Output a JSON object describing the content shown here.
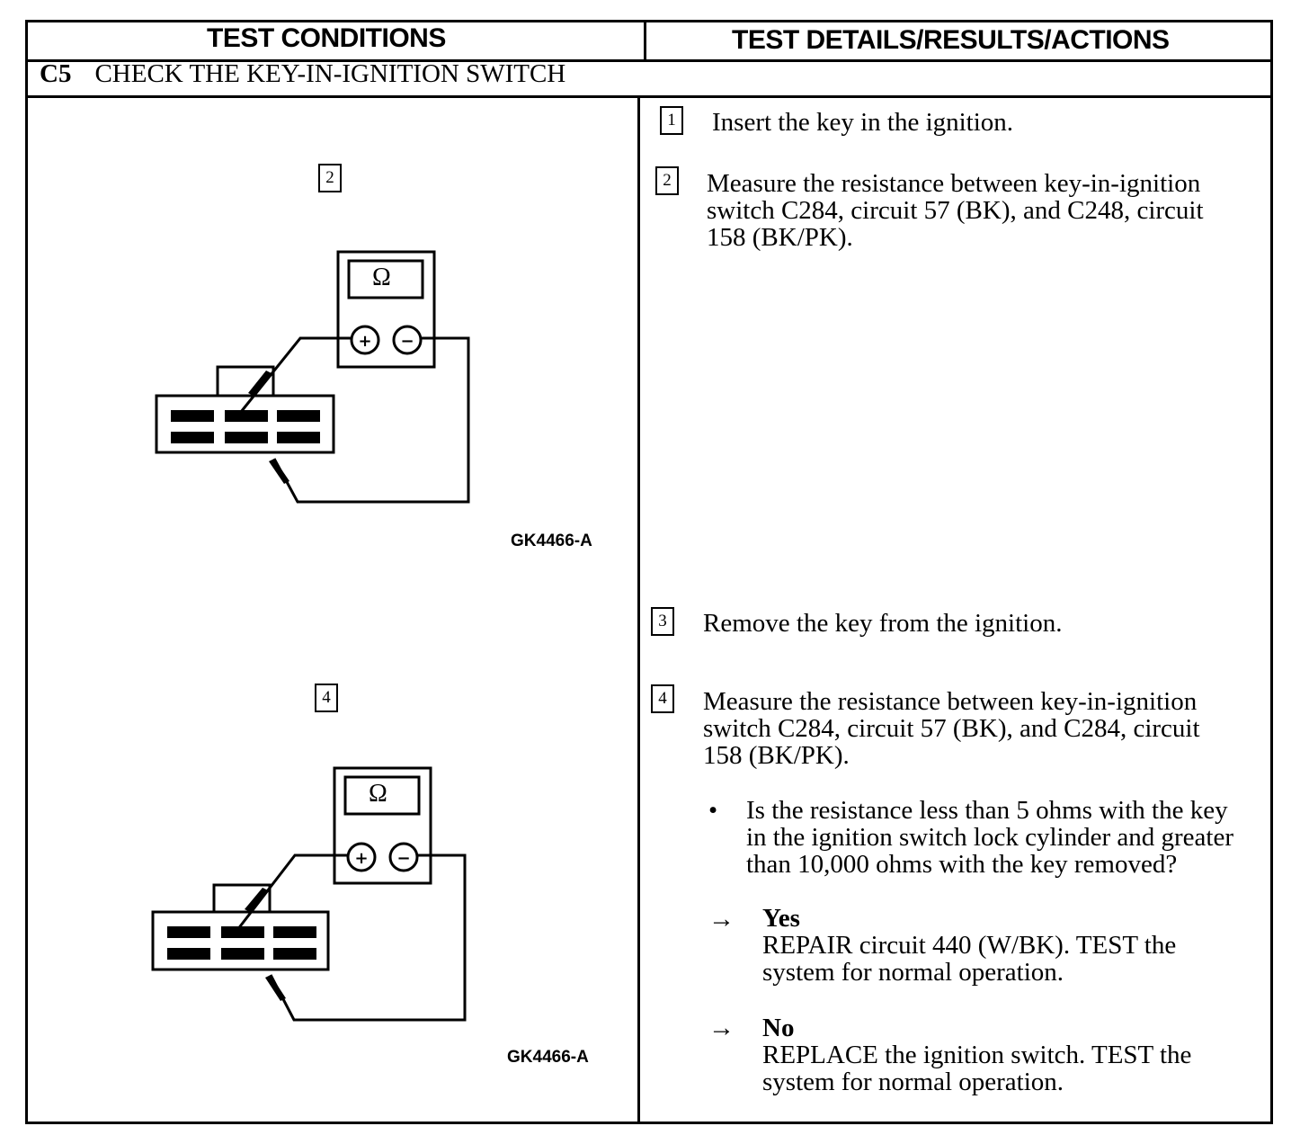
{
  "header": {
    "left": "TEST CONDITIONS",
    "right": "TEST DETAILS/RESULTS/ACTIONS"
  },
  "section": {
    "code": "C5",
    "title": "CHECK THE KEY-IN-IGNITION SWITCH"
  },
  "figures": [
    {
      "step": "2",
      "meter_symbol": "Ω",
      "id": "GK4466-A"
    },
    {
      "step": "4",
      "meter_symbol": "Ω",
      "id": "GK4466-A"
    }
  ],
  "steps": [
    {
      "num": "1",
      "text": "Insert the key in the ignition."
    },
    {
      "num": "2",
      "lines": [
        "Measure the resistance between key-in-ignition",
        "switch C284, circuit 57 (BK), and C248, circuit",
        "158 (BK/PK)."
      ]
    },
    {
      "num": "3",
      "text": "Remove the key from the ignition."
    },
    {
      "num": "4",
      "lines": [
        "Measure the resistance between key-in-ignition",
        "switch C284, circuit 57 (BK), and C284, circuit",
        "158 (BK/PK)."
      ]
    }
  ],
  "question": {
    "bullet": "•",
    "lines": [
      "Is the resistance less than 5 ohms with the key",
      "in the ignition switch lock cylinder and greater",
      "than 10,000 ohms with the key removed?"
    ]
  },
  "results": [
    {
      "arrow": "→",
      "answer": "Yes",
      "lines": [
        "REPAIR circuit 440 (W/BK). TEST the",
        "system for normal operation."
      ]
    },
    {
      "arrow": "→",
      "answer": "No",
      "lines": [
        "REPLACE the ignition switch. TEST the",
        "system for normal  operation."
      ]
    }
  ]
}
